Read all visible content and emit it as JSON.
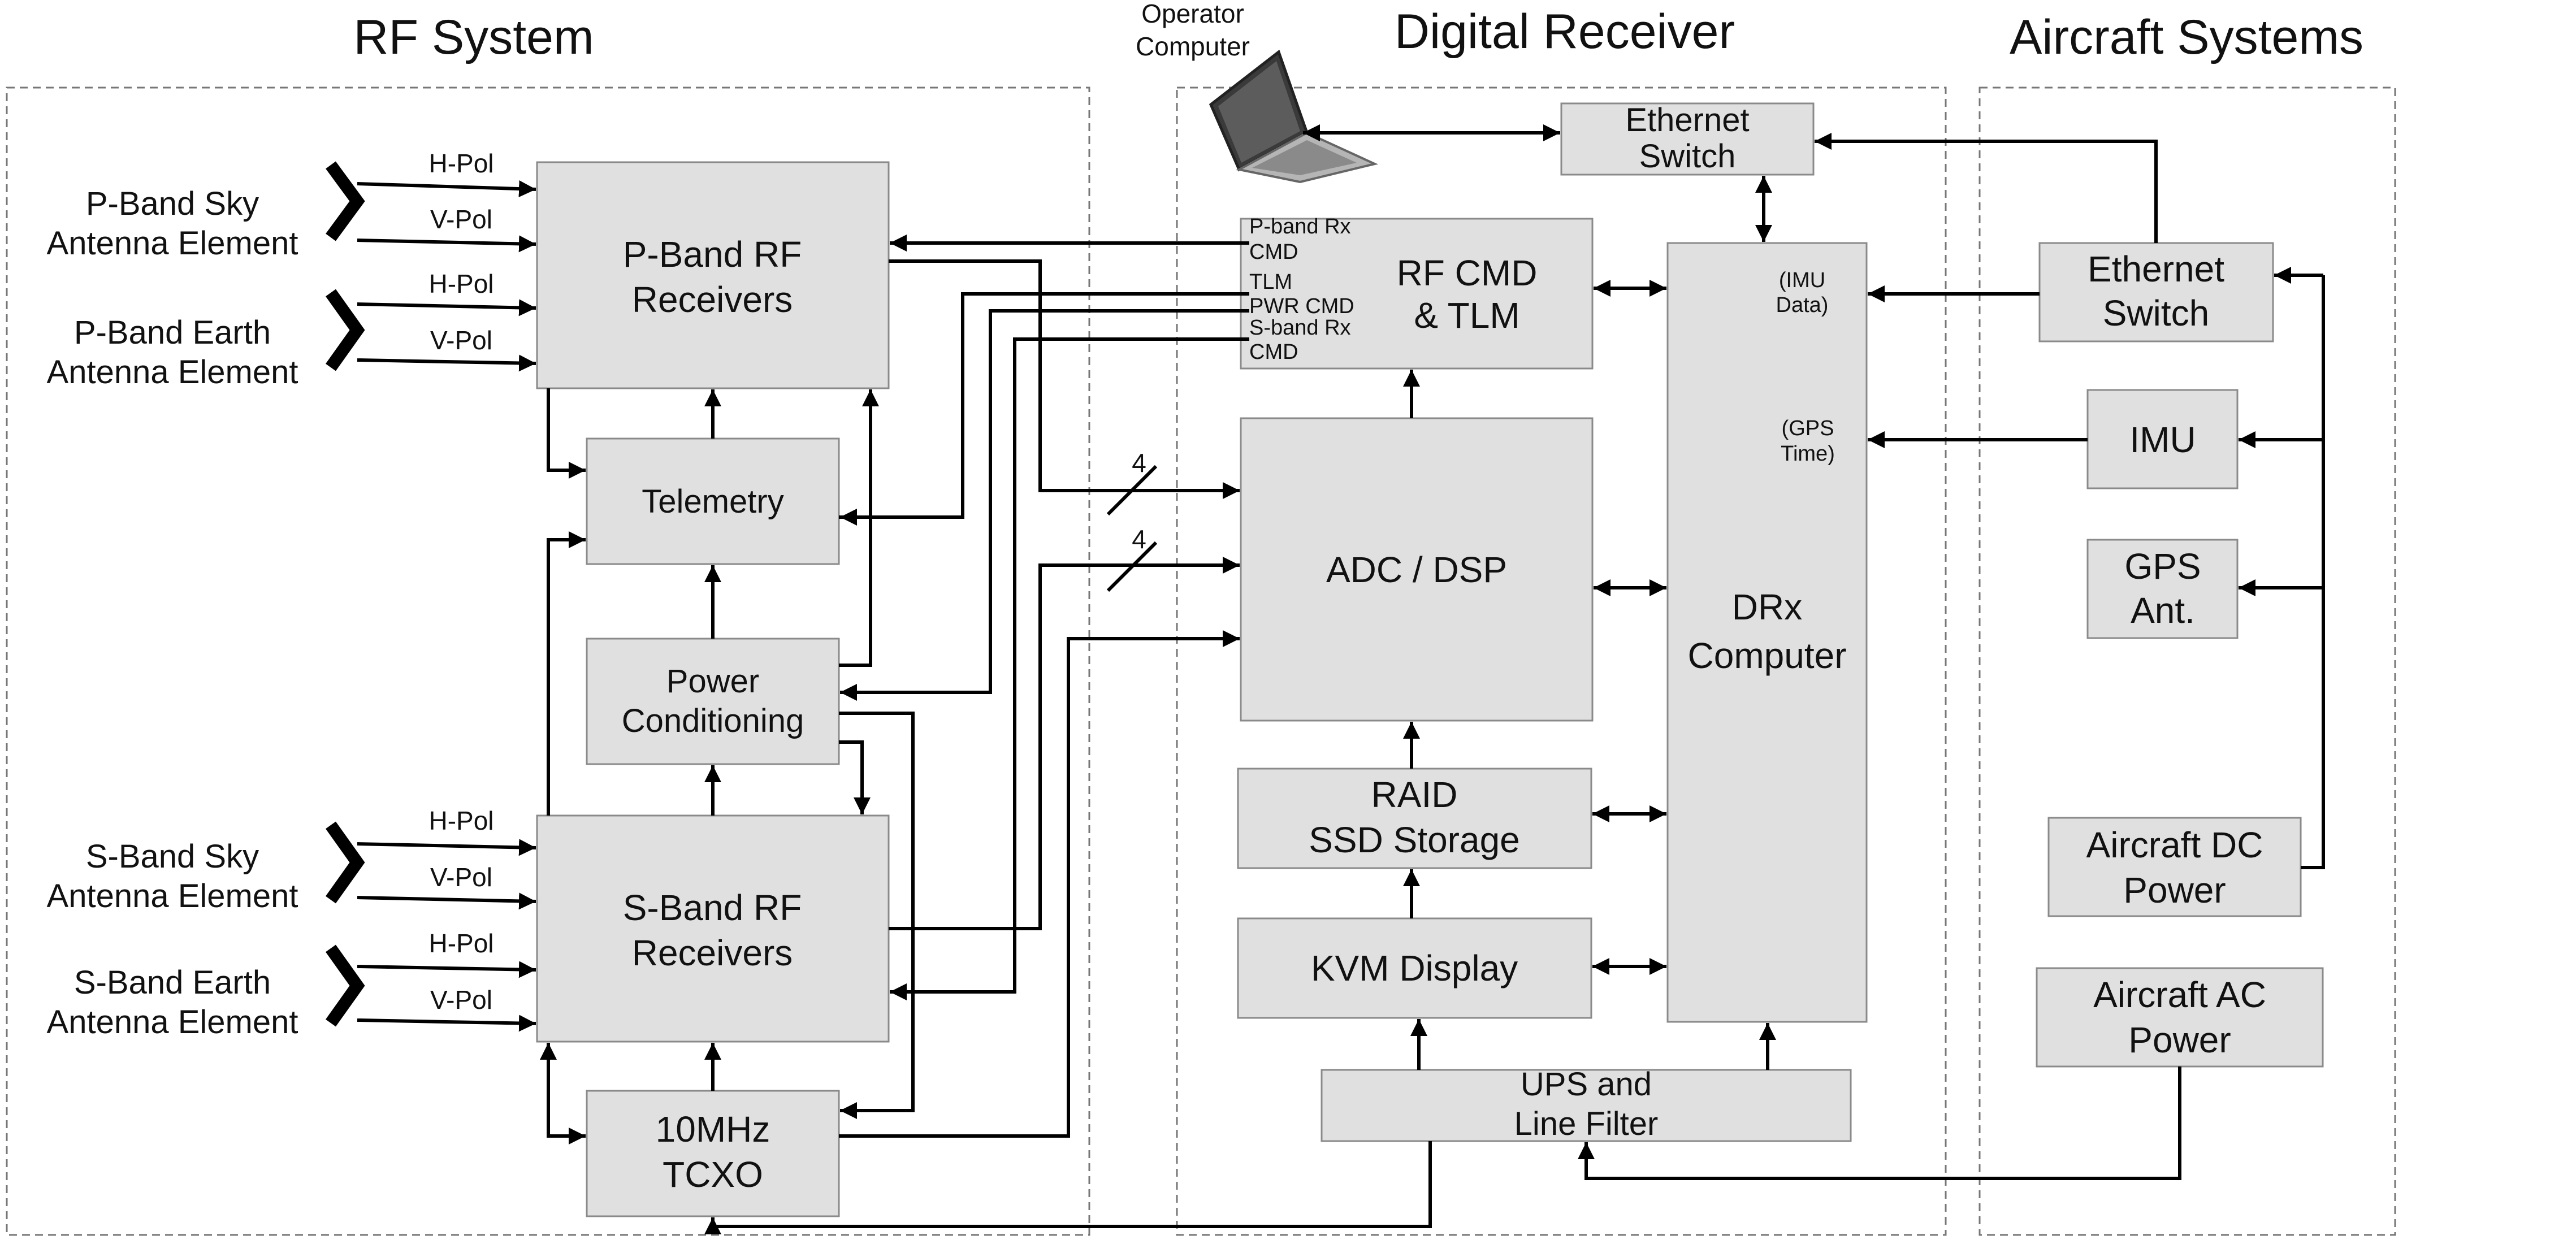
{
  "sections": {
    "rf_system": "RF System",
    "digital_receiver": "Digital Receiver",
    "aircraft_systems": "Aircraft Systems"
  },
  "operator_computer": [
    "Operator",
    "Computer"
  ],
  "antennas": {
    "p_sky": [
      "P-Band Sky",
      "Antenna Element"
    ],
    "p_earth": [
      "P-Band Earth",
      "Antenna Element"
    ],
    "s_sky": [
      "S-Band Sky",
      "Antenna Element"
    ],
    "s_earth": [
      "S-Band Earth",
      "Antenna Element"
    ],
    "h_pol": "H-Pol",
    "v_pol": "V-Pol"
  },
  "rf_blocks": {
    "p_band_receivers": [
      "P-Band RF",
      "Receivers"
    ],
    "telemetry": "Telemetry",
    "power_conditioning": [
      "Power",
      "Conditioning"
    ],
    "s_band_receivers": [
      "S-Band RF",
      "Receivers"
    ],
    "tcxo": [
      "10MHz",
      "TCXO"
    ]
  },
  "digital_blocks": {
    "ethernet_switch": [
      "Ethernet",
      "Switch"
    ],
    "rf_cmd_tlm": [
      "RF CMD",
      "& TLM"
    ],
    "rf_cmd_inputs": [
      "P-band Rx",
      "CMD",
      "TLM",
      "PWR CMD",
      "S-band Rx",
      "CMD"
    ],
    "adc_dsp": "ADC / DSP",
    "raid": [
      "RAID",
      "SSD Storage"
    ],
    "kvm": "KVM Display",
    "drx_computer": [
      "DRx",
      "Computer"
    ],
    "imu_data": [
      "(IMU",
      "Data)"
    ],
    "gps_time": [
      "(GPS",
      "Time)"
    ],
    "ups": [
      "UPS and",
      "Line Filter"
    ],
    "bus_width": "4"
  },
  "aircraft_blocks": {
    "ethernet_switch": [
      "Ethernet",
      "Switch"
    ],
    "imu": "IMU",
    "gps_ant": [
      "GPS",
      "Ant."
    ],
    "dc_power": [
      "Aircraft DC",
      "Power"
    ],
    "ac_power": [
      "Aircraft AC",
      "Power"
    ]
  }
}
